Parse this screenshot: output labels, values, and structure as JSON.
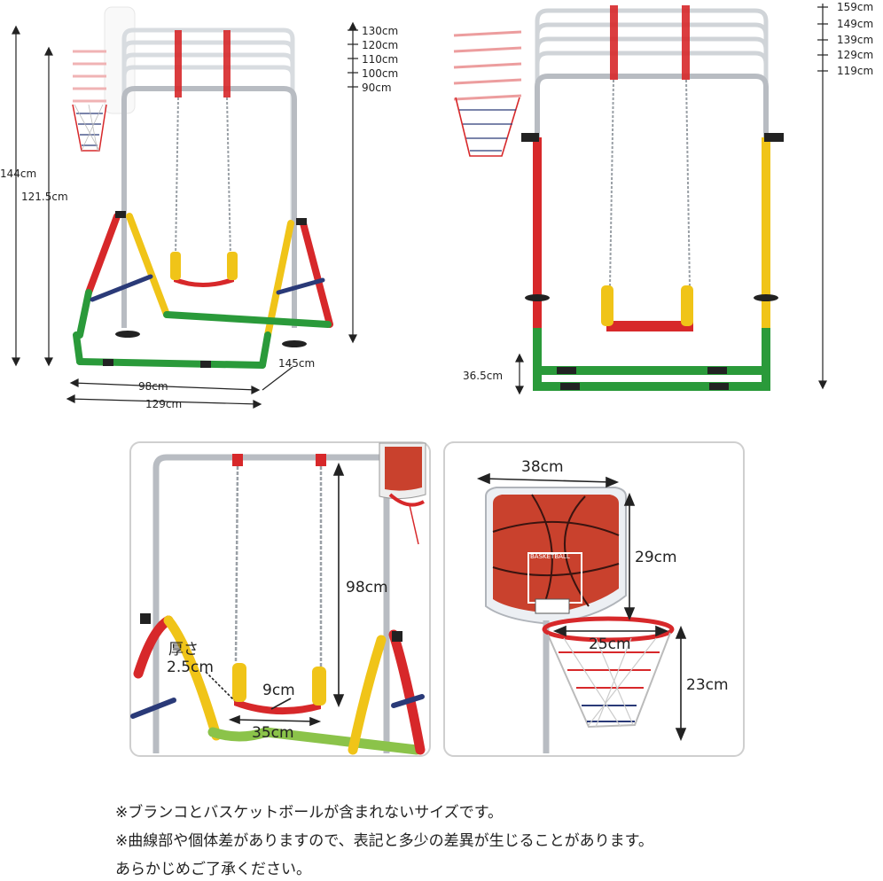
{
  "panel_a": {
    "heights": [
      "130cm",
      "120cm",
      "110cm",
      "100cm",
      "90cm"
    ],
    "total_height": "144cm",
    "rim_height": "121.5cm",
    "depth": "145cm",
    "inner_width": "98cm",
    "outer_width": "129cm"
  },
  "panel_b": {
    "heights": [
      "159cm",
      "149cm",
      "139cm",
      "129cm",
      "119cm"
    ],
    "seat_height": "36.5cm"
  },
  "panel_c": {
    "chain_length": "98cm",
    "thickness_label": "厚さ",
    "thickness": "2.5cm",
    "seat_depth": "9cm",
    "seat_width": "35cm"
  },
  "panel_d": {
    "board_width": "38cm",
    "board_height": "29cm",
    "rim_diameter": "25cm",
    "net_length": "23cm",
    "board_text": "BASKETBALL"
  },
  "notes": [
    "※ブランコとバスケットボールが含まれないサイズです。",
    "※曲線部や個体差がありますので、表記と多少の差異が生じることがあります。",
    "あらかじめご了承ください。"
  ],
  "colors": {
    "red": "#d7282a",
    "yellow": "#f0c418",
    "green": "#2a9a3a",
    "navy": "#2a3a78",
    "steel": "#b8bcc2"
  }
}
